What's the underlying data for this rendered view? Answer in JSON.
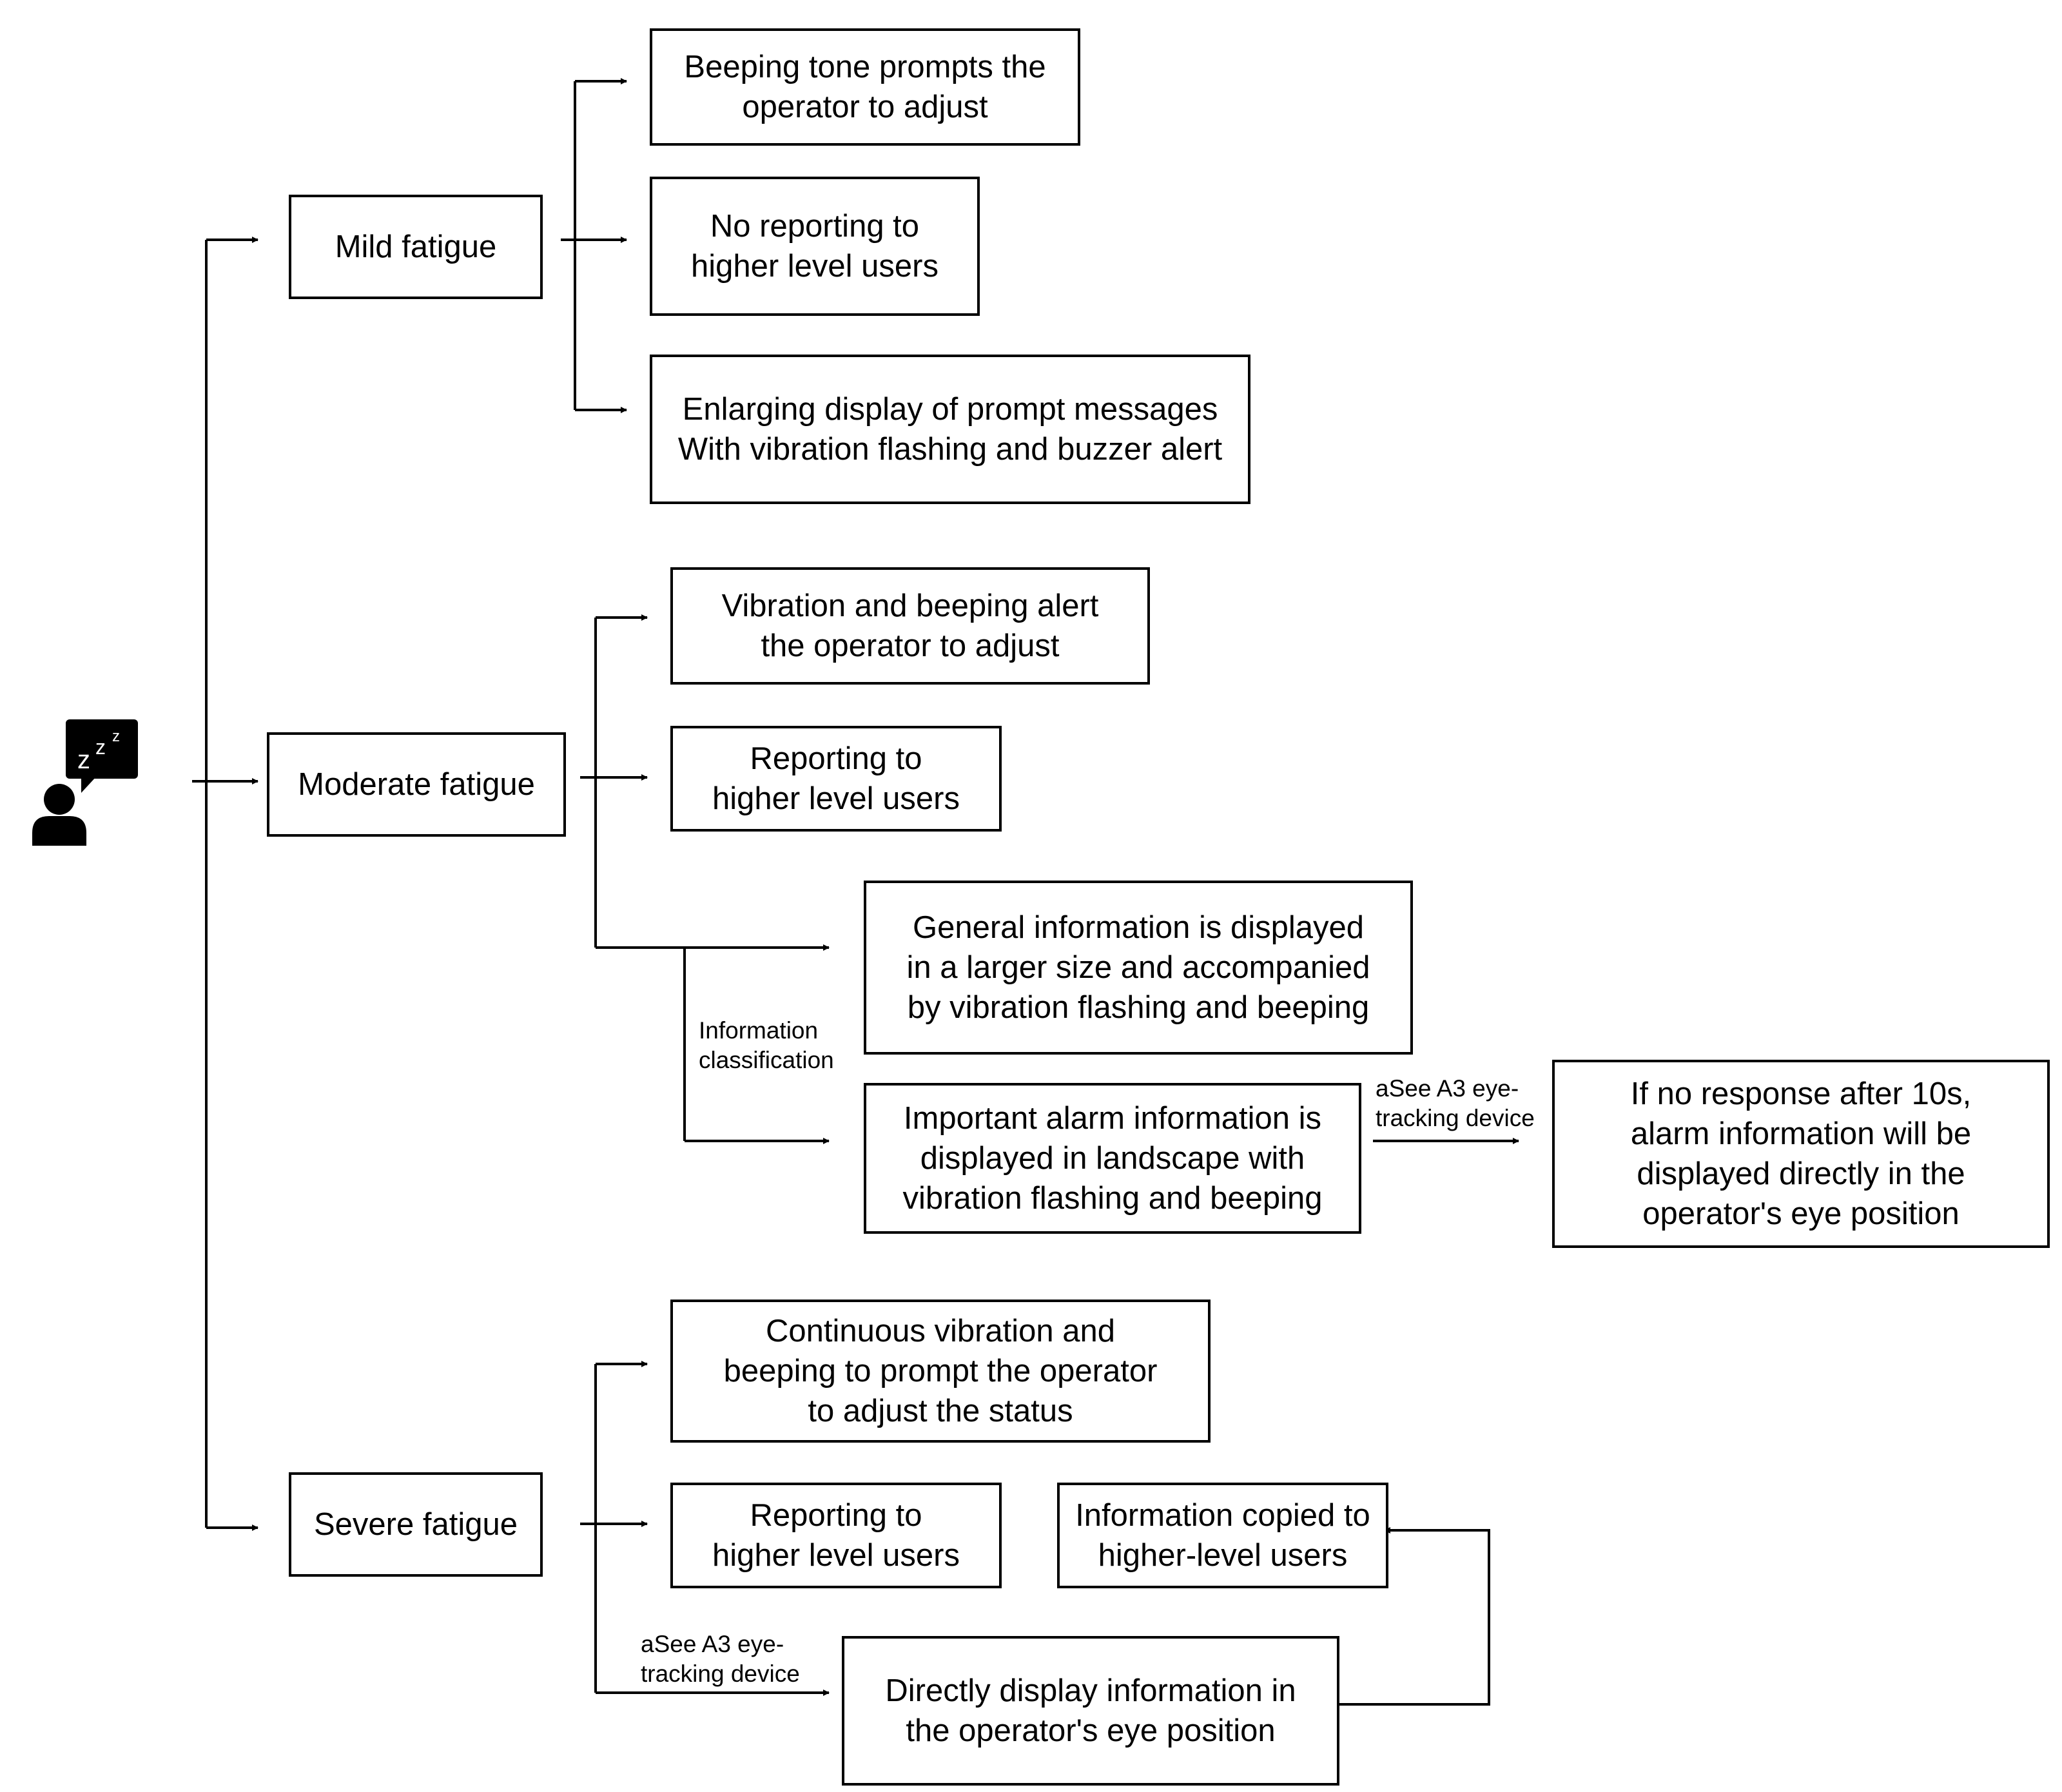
{
  "levels": {
    "mild": "Mild fatigue",
    "moderate": "Moderate fatigue",
    "severe": "Severe fatigue"
  },
  "mild_actions": [
    "Beeping tone prompts the\noperator to adjust",
    "No reporting to\nhigher level users",
    "Enlarging display of prompt messages\nWith vibration flashing and buzzer alert"
  ],
  "moderate_actions": [
    "Vibration and beeping alert\nthe operator to adjust",
    "Reporting to\nhigher level users",
    "General information is displayed\nin a larger size and accompanied\nby vibration flashing and beeping",
    "Important alarm information is\ndisplayed in landscape with\nvibration flashing and beeping",
    "If no response after 10s,\nalarm information will be\ndisplayed directly in the\noperator's eye position"
  ],
  "severe_actions": [
    "Continuous vibration and\nbeeping to prompt the operator\nto adjust the status",
    "Reporting to\nhigher level users",
    "Information copied to\nhigher-level users",
    "Directly display information in\nthe operator's eye position"
  ],
  "edge_labels": {
    "info_classification": "Information\nclassification",
    "eye_tracking_moderate": "aSee A3  eye-\ntracking device",
    "eye_tracking_severe": "aSee A3  eye-\ntracking device"
  },
  "icons": {
    "operator": "sleeping-person-icon",
    "bubble_text": "zZZ"
  }
}
